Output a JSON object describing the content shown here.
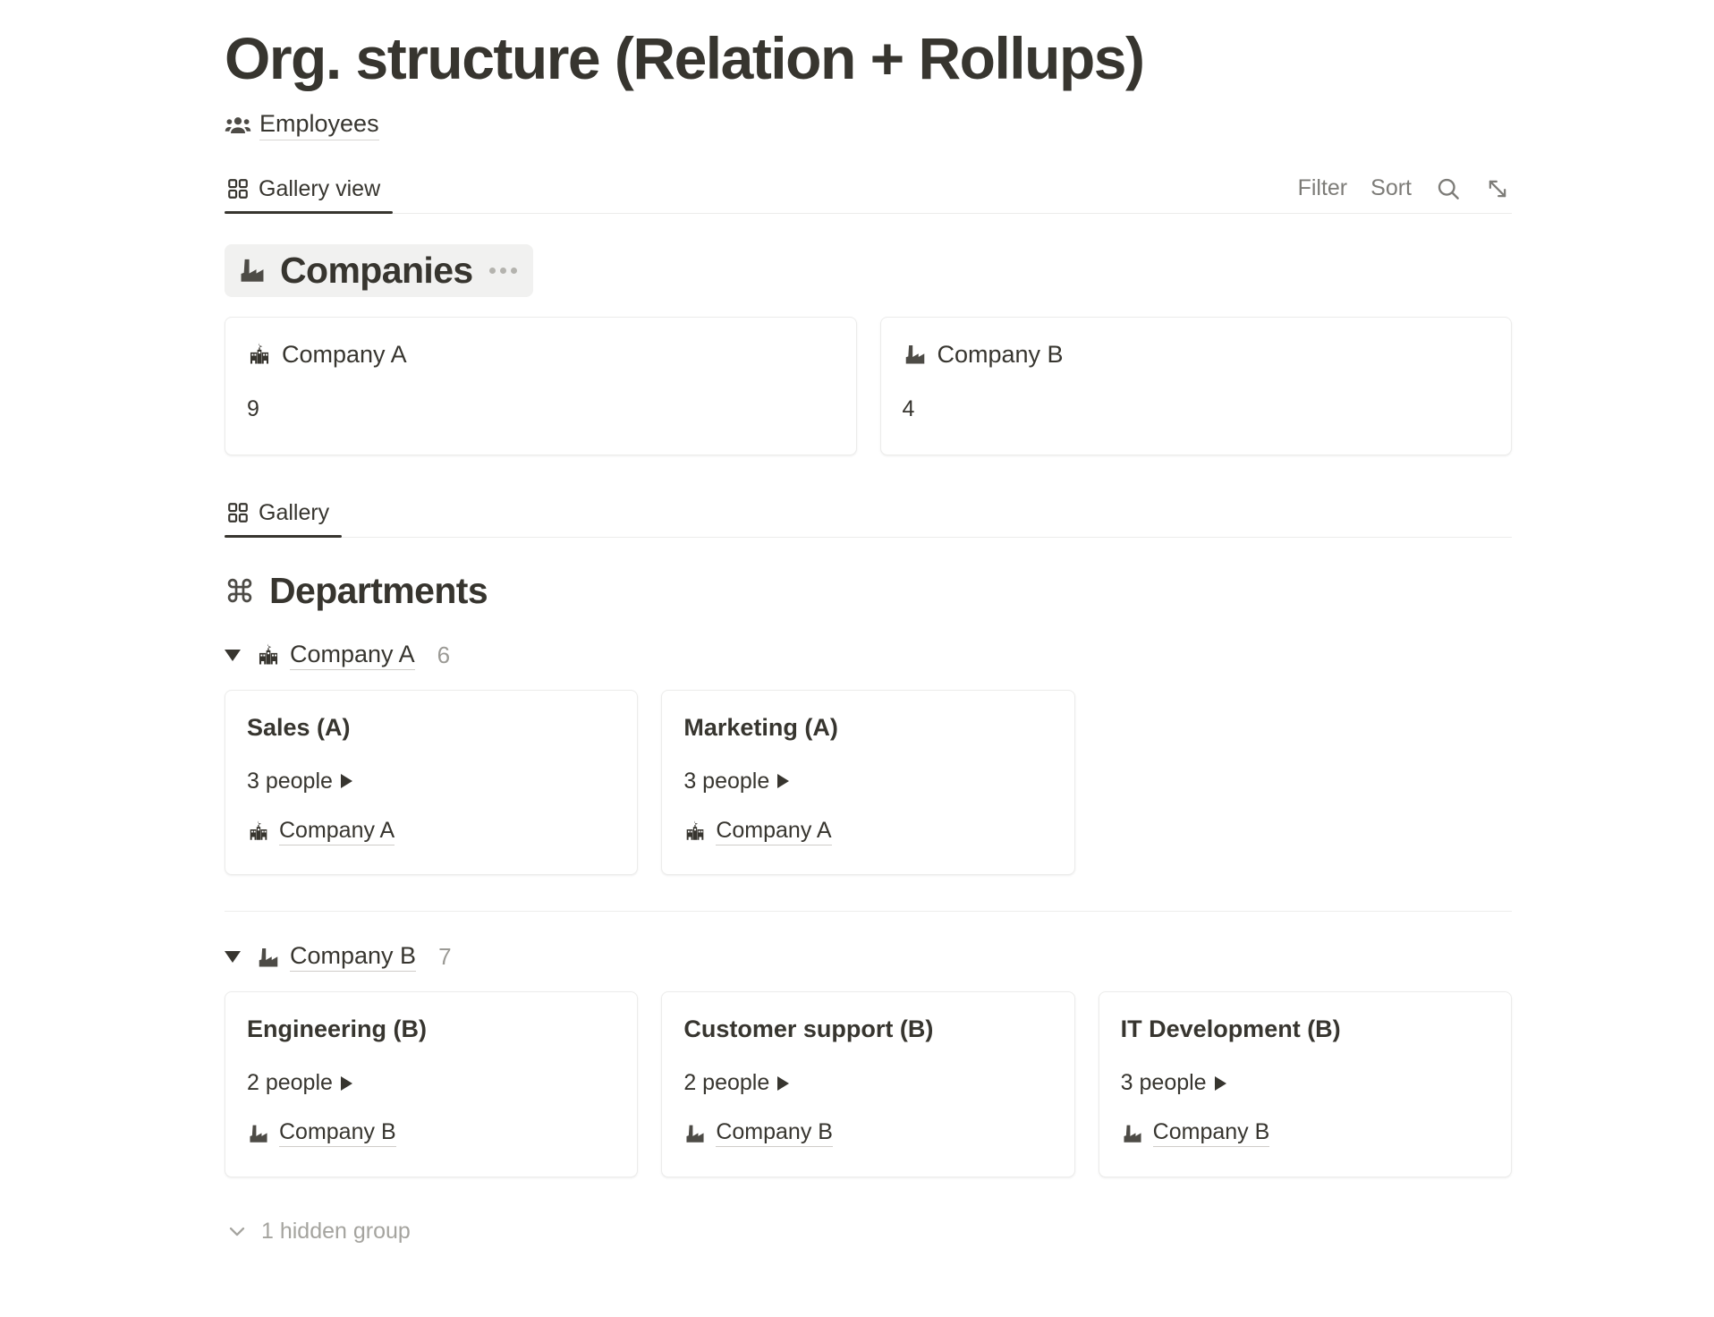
{
  "page": {
    "title": "Org. structure (Relation + Rollups)"
  },
  "employees_link": {
    "label": "Employees",
    "icon": "people-group-icon"
  },
  "employees_view": {
    "tab_label": "Gallery view",
    "tab_icon": "gallery-grid-icon",
    "actions": {
      "filter_label": "Filter",
      "sort_label": "Sort",
      "search_icon": "search-icon",
      "expand_icon": "expand-diagonal-icon"
    }
  },
  "companies_section": {
    "heading": "Companies",
    "heading_icon": "factory-icon",
    "more_menu": "more-options-icon",
    "cards": [
      {
        "icon": "school-building-icon",
        "title": "Company A",
        "value": "9"
      },
      {
        "icon": "factory-icon",
        "title": "Company B",
        "value": "4"
      }
    ]
  },
  "departments_view": {
    "tab_label": "Gallery",
    "tab_icon": "gallery-grid-icon"
  },
  "departments_section": {
    "heading": "Departments",
    "heading_icon": "command-loop-icon",
    "groups": [
      {
        "icon": "school-building-icon",
        "name": "Company A",
        "count": "6",
        "cards": [
          {
            "title": "Sales (A)",
            "people": "3 people",
            "relation_icon": "school-building-icon",
            "relation": "Company A"
          },
          {
            "title": "Marketing (A)",
            "people": "3 people",
            "relation_icon": "school-building-icon",
            "relation": "Company A"
          }
        ]
      },
      {
        "icon": "factory-icon",
        "name": "Company B",
        "count": "7",
        "cards": [
          {
            "title": "Engineering (B)",
            "people": "2 people",
            "relation_icon": "factory-icon",
            "relation": "Company B"
          },
          {
            "title": "Customer support (B)",
            "people": "2 people",
            "relation_icon": "factory-icon",
            "relation": "Company B"
          },
          {
            "title": "IT Development (B)",
            "people": "3 people",
            "relation_icon": "factory-icon",
            "relation": "Company B"
          }
        ]
      }
    ],
    "hidden_groups_label": "1 hidden group",
    "hidden_groups_icon": "chevron-down-icon"
  },
  "colors": {
    "text": "#37352f",
    "muted": "#7d7c78",
    "chip_bg": "#f1f1f0",
    "border": "#ececeb"
  }
}
